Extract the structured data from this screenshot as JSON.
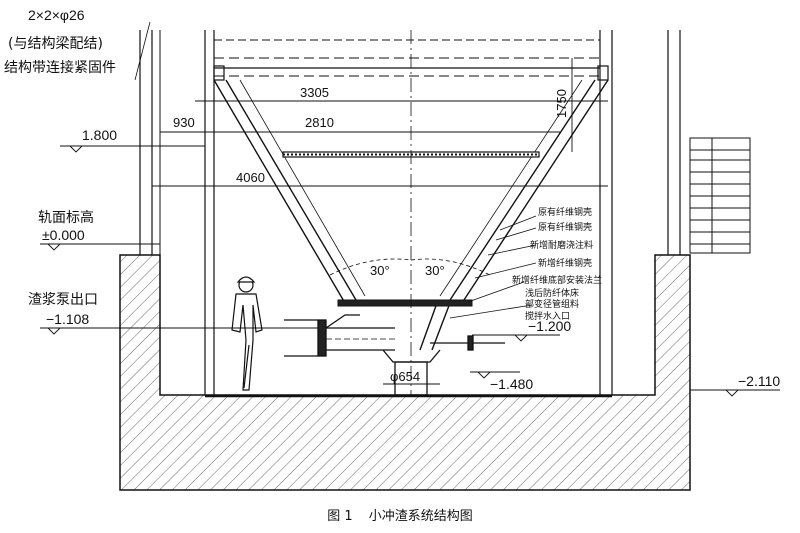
{
  "dimensions": {
    "d3305": "3305",
    "d930": "930",
    "d2810": "2810",
    "d4060": "4060",
    "d1750": "1750",
    "d654": "φ654",
    "angle_left": "30°",
    "angle_right": "30°"
  },
  "elevations": {
    "e1800": "1.800",
    "rail_label": "轨面标高",
    "e0000": "±0.000",
    "pump_label": "渣浆泵出口",
    "e1108": "−1.108",
    "e1200": "−1.200",
    "e1480": "−1.480",
    "e2110": "−2.110"
  },
  "fastener": {
    "line1": "2×2×φ26",
    "line2": "(与结构梁配结)",
    "line3": "结构带连接紧固件"
  },
  "annotations": {
    "a1": "原有纤维钢壳",
    "a2": "原有纤维钢壳",
    "a3": "新增耐磨浇注料",
    "a4": "新增纤维钢壳",
    "a5": "新增纤维底部安装法兰",
    "a6": "浅后防纤体床",
    "a7": "部变径管组料",
    "a8": "搅拌水入口"
  },
  "caption": {
    "fig": "图 1",
    "title": "小冲渣系统结构图"
  }
}
